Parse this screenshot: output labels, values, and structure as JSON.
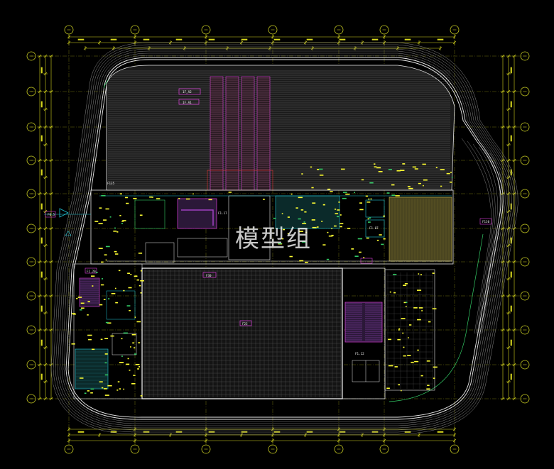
{
  "watermark": "模型组",
  "colors": {
    "background": "#000000",
    "axis": "#c8cc22",
    "dimension": "#d6d61e",
    "wall_white": "#e8e8e8",
    "magenta": "#e040e0",
    "yellow": "#ffff33",
    "cyan": "#22c8d8",
    "green": "#33cc66",
    "red": "#e03030",
    "blue": "#3a6df0",
    "grey_hatch": "#7a7a7a",
    "orange_zone": "#d9c44a"
  },
  "room_labels": [
    {
      "id": "top-hall",
      "text": "1F_A2"
    },
    {
      "id": "top-sub",
      "text": "1F_A1"
    },
    {
      "id": "left-corridor",
      "text": "F135"
    },
    {
      "id": "core-left",
      "text": "F1.17"
    },
    {
      "id": "center-hall-tag",
      "text": "F30"
    },
    {
      "id": "center-hall",
      "text": "F23"
    },
    {
      "id": "right-core",
      "text": "F1.12"
    },
    {
      "id": "right-room",
      "text": "F1.07"
    },
    {
      "id": "right-east",
      "text": "F130"
    },
    {
      "id": "lower-left",
      "text": "F1.20"
    },
    {
      "id": "entry-west",
      "text": "F0.5"
    }
  ]
}
